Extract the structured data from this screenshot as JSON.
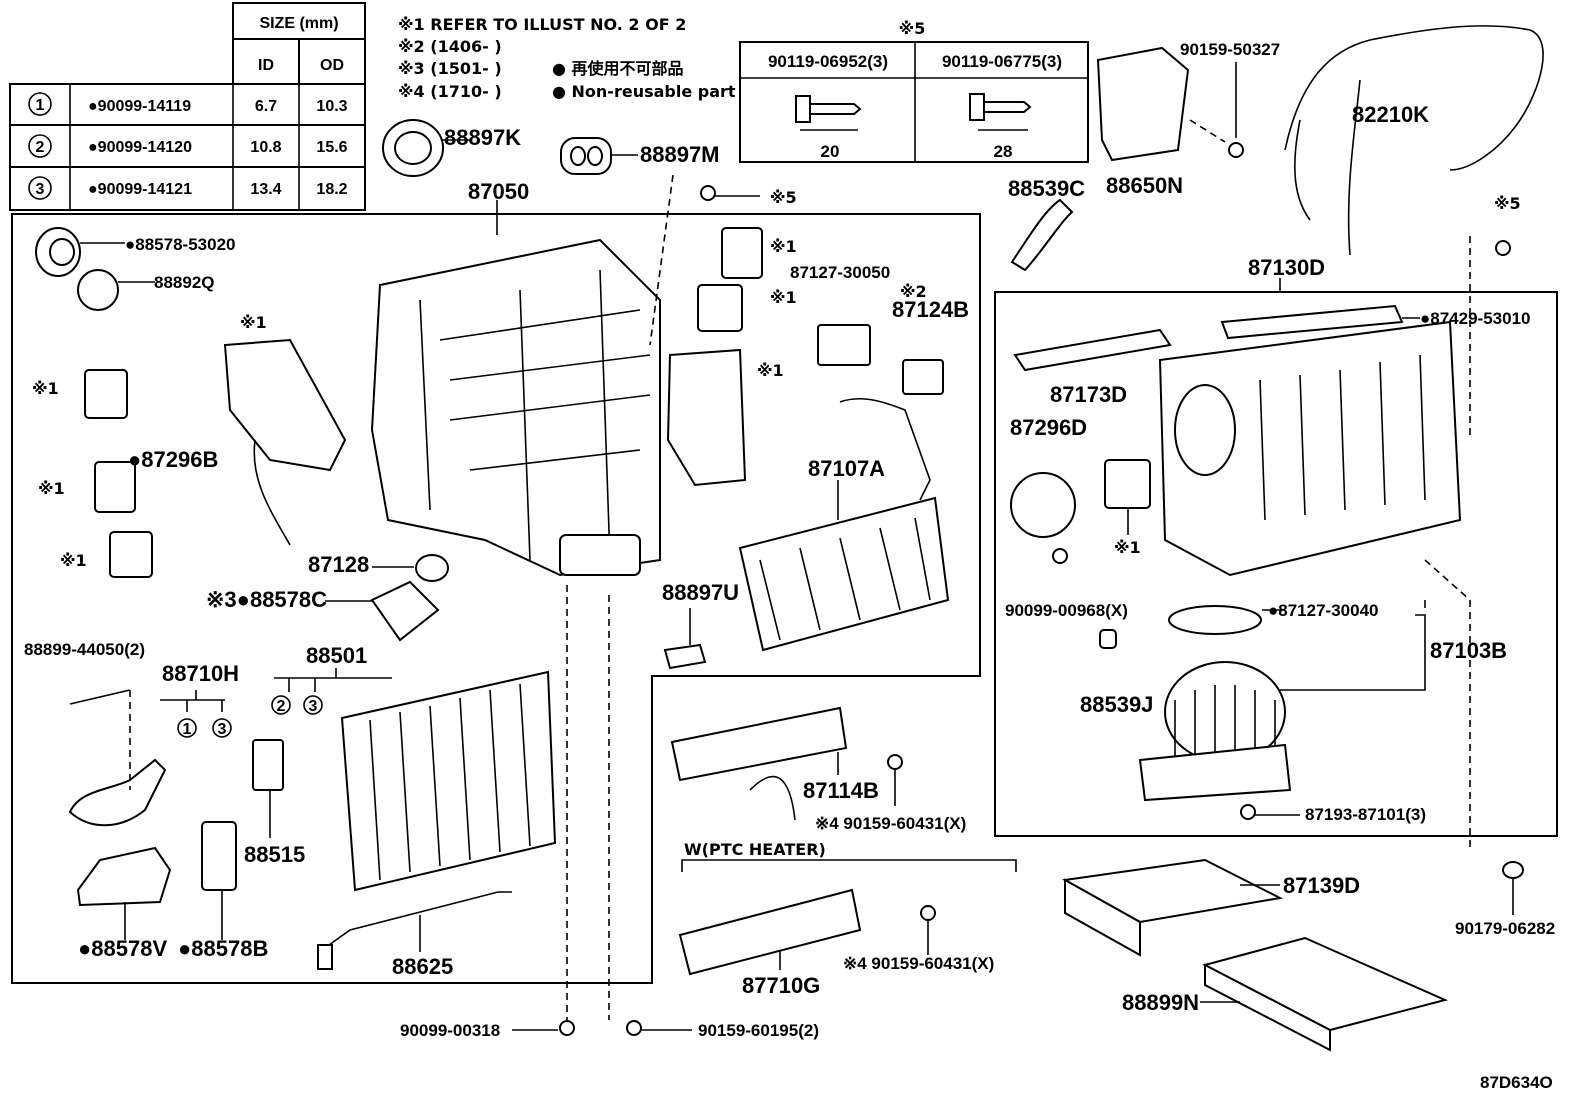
{
  "seal_table": {
    "size_header": "SIZE (mm)",
    "col_id": "ID",
    "col_od": "OD",
    "rows": [
      {
        "no": "1",
        "part": "●90099-14119",
        "id": "6.7",
        "od": "10.3"
      },
      {
        "no": "2",
        "part": "●90099-14120",
        "id": "10.8",
        "od": "15.6"
      },
      {
        "no": "3",
        "part": "●90099-14121",
        "id": "13.4",
        "od": "18.2"
      }
    ]
  },
  "notes": {
    "n1": "※1 REFER TO ILLUST NO. 2 OF 2",
    "n2": "※2 (1406-        )",
    "n3": "※3 (1501-        )",
    "n4": "※4 (1710-        )",
    "nonreuse_jp": "● 再使用不可部品",
    "nonreuse_en": "● Non-reusable part"
  },
  "bolt_table": {
    "mark": "※5",
    "col1": "90119-06952(3)",
    "col2": "90119-06775(3)",
    "len1": "20",
    "len2": "28"
  },
  "parts": {
    "p88897K": "88897K",
    "p88897M": "88897M",
    "p87050": "87050",
    "p88578_53020": "●88578-53020",
    "p88892Q": "88892Q",
    "x1a": "※1",
    "x1b": "※1",
    "x1c": "※1",
    "x1d": "※1",
    "x1e": "※1",
    "x1f": "※1",
    "x1g": "※1",
    "x1h": "※1",
    "p87296B": "●87296B",
    "p87128": "87128",
    "p88578C": "※3●88578C",
    "p88899_44050": "88899-44050(2)",
    "p88710H": "88710H",
    "p88501": "88501",
    "p88515": "88515",
    "p88578V": "●88578V",
    "p88578B": "●88578B",
    "p88625": "88625",
    "p88897U": "88897U",
    "p87107A": "87107A",
    "p87127_30050": "87127-30050",
    "x2": "※2",
    "p87124B": "87124B",
    "x5a": "※5",
    "x5b": "※5",
    "p88539C": "88539C",
    "p88650N": "88650N",
    "p90159_50327": "90159-50327",
    "p82210K": "82210K",
    "p87130D": "87130D",
    "p87429_53010": "●87429-53010",
    "p87173D": "87173D",
    "p87296D": "87296D",
    "p90099_00968": "90099-00968(X)",
    "p87127_30040": "●87127-30040",
    "p87103B": "87103B",
    "p88539J": "88539J",
    "p87193_87101": "87193-87101(3)",
    "p87114B": "87114B",
    "p90159_60431a": "※4 90159-60431(X)",
    "ptc_title": "W(PTC HEATER)",
    "p87710G": "87710G",
    "p90159_60431b": "※4 90159-60431(X)",
    "p87139D": "87139D",
    "p88899N": "88899N",
    "p90179_06282": "90179-06282",
    "p90099_00318": "90099-00318",
    "p90159_60195": "90159-60195(2)",
    "diagram_id": "87D634O"
  }
}
